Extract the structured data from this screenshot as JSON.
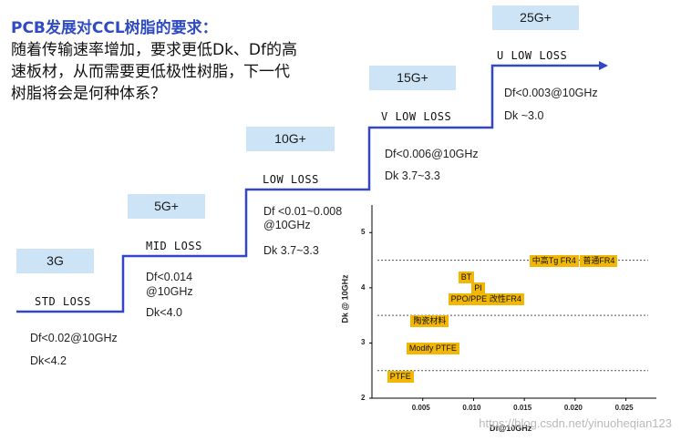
{
  "title": "PCB发展对CCL树脂的要求：",
  "intro_lines": [
    "随着传输速率增加，要求更低Dk、Df的高",
    "速板材，从而需要更低极性树脂，下一代",
    "树脂将会是何种体系？"
  ],
  "tiers": [
    {
      "rate": "3G",
      "loss": "STD LOSS",
      "df": [
        "Df<0.02@10GHz"
      ],
      "dk": "Dk<4.2"
    },
    {
      "rate": "5G+",
      "loss": "MID LOSS",
      "df": [
        "Df<0.014",
        "@10GHz"
      ],
      "dk": "Dk<4.0"
    },
    {
      "rate": "10G+",
      "loss": "LOW LOSS",
      "df": [
        "Df <0.01~0.008",
        "@10GHz"
      ],
      "dk": "Dk  3.7~3.3"
    },
    {
      "rate": "15G+",
      "loss": "V LOW LOSS",
      "df": [
        "Df<0.006@10GHz"
      ],
      "dk": "Dk  3.7~3.3"
    },
    {
      "rate": "25G+",
      "loss": "U LOW LOSS",
      "df": [
        "Df<0.003@10GHz"
      ],
      "dk": "Dk  ~3.0"
    }
  ],
  "colors": {
    "title": "#2f4bc2",
    "staircase": "#3347c4",
    "tier_box": "#cde4f7",
    "resin_box": "#f2b705"
  },
  "chart_data": {
    "type": "scatter",
    "xlabel": "Df@10GHz",
    "ylabel": "Dk @ 10GHz",
    "x_ticks": [
      "0.005",
      "0.010",
      "0.015",
      "0.020",
      "0.025"
    ],
    "y_ticks": [
      "2",
      "3",
      "4",
      "5"
    ],
    "xlim": [
      0,
      0.028
    ],
    "ylim": [
      2,
      5.5
    ],
    "reference_lines_dk": [
      2.5,
      3.5,
      4.5
    ],
    "points": [
      {
        "label": "中高Tg FR4",
        "df": 0.0155,
        "dk": 4.5
      },
      {
        "label": "普通FR4",
        "df": 0.0205,
        "dk": 4.5
      },
      {
        "label": "BT",
        "df": 0.0085,
        "dk": 4.2
      },
      {
        "label": "PI",
        "df": 0.0098,
        "dk": 4.0
      },
      {
        "label": "PPO/PPE",
        "df": 0.0075,
        "dk": 3.8
      },
      {
        "label": "改性FR4",
        "df": 0.0113,
        "dk": 3.8
      },
      {
        "label": "陶瓷材料",
        "df": 0.0038,
        "dk": 3.4
      },
      {
        "label": "Modify PTFE",
        "df": 0.0034,
        "dk": 2.9
      },
      {
        "label": "PTFE",
        "df": 0.0015,
        "dk": 2.4
      }
    ]
  },
  "watermark": "https://blog.csdn.net/yinuoheqian123"
}
